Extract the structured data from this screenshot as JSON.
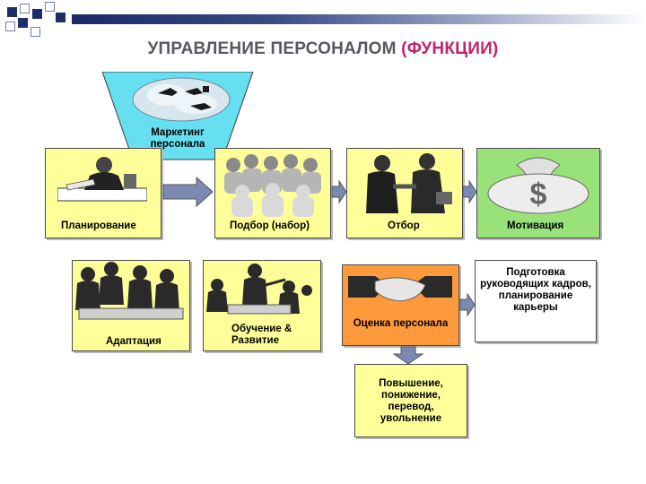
{
  "title": {
    "main": "УПРАВЛЕНИЕ ПЕРСОНАЛОМ",
    "accent": "(ФУНКЦИИ)"
  },
  "colors": {
    "accent": "#c0246a",
    "box_yellow": "#ffff99",
    "box_green": "#99e27a",
    "box_orange": "#ff9a3c",
    "funnel": "#66e0f0"
  },
  "nodes": {
    "marketing": "Маркетинг персонала",
    "planning": "Планирование",
    "selection": "Подбор (набор)",
    "screening": "Отбор",
    "motivation": "Мотивация",
    "adaptation": "Адаптация",
    "training": "Обучение & Развитие",
    "evaluation": "Оценка персонала",
    "leadership": "Подготовка руководящих кадров, планирование карьеры",
    "career_moves": "Повышение, понижение, перевод, увольнение"
  },
  "icons": {
    "marketing": "cloud-jumpers-icon",
    "planning": "businessman-desk-icon",
    "selection": "crowd-icon",
    "screening": "handshake-people-icon",
    "motivation": "money-bag-icon",
    "adaptation": "meeting-table-icon",
    "training": "presentation-icon",
    "evaluation": "handshake-icon"
  }
}
